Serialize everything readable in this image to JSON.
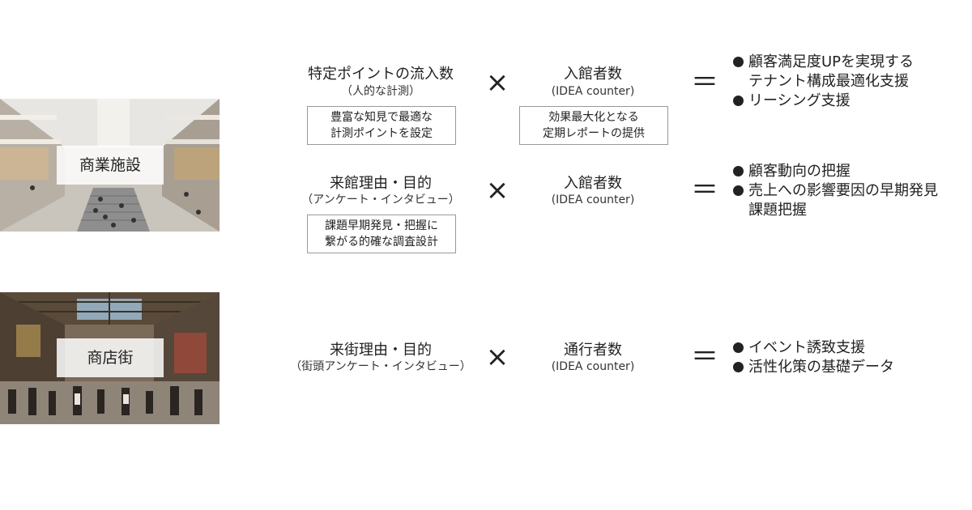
{
  "facilities": [
    {
      "label": "商業施設",
      "rows": [
        {
          "a_main": "特定ポイントの流入数",
          "a_sub": "（人的な計測）",
          "a_note": [
            "豊富な知見で最適な",
            "計測ポイントを設定"
          ],
          "b_main": "入館者数",
          "b_sub": "(IDEA counter)",
          "b_note": [
            "効果最大化となる",
            "定期レポートの提供"
          ],
          "results": [
            {
              "text": "顧客満足度UPを実現する",
              "bullet": true
            },
            {
              "text": "テナント構成最適化支援",
              "bullet": false
            },
            {
              "text": "リーシング支援",
              "bullet": true
            }
          ]
        },
        {
          "a_main": "来館理由・目的",
          "a_sub": "（アンケート・インタビュー）",
          "a_note": [
            "課題早期発見・把握に",
            "繋がる的確な調査設計"
          ],
          "b_main": "入館者数",
          "b_sub": "(IDEA counter)",
          "b_note": [],
          "results": [
            {
              "text": "顧客動向の把握",
              "bullet": true
            },
            {
              "text": "売上への影響要因の早期発見",
              "bullet": true
            },
            {
              "text": "課題把握",
              "bullet": false
            }
          ]
        }
      ]
    },
    {
      "label": "商店街",
      "rows": [
        {
          "a_main": "来街理由・目的",
          "a_sub": "（街頭アンケート・インタビュー）",
          "a_note": [],
          "b_main": "通行者数",
          "b_sub": "(IDEA counter)",
          "b_note": [],
          "results": [
            {
              "text": "イベント誘致支援",
              "bullet": true
            },
            {
              "text": "活性化策の基礎データ",
              "bullet": true
            }
          ]
        }
      ]
    }
  ],
  "operators": {
    "times": "×",
    "equals": "＝"
  }
}
